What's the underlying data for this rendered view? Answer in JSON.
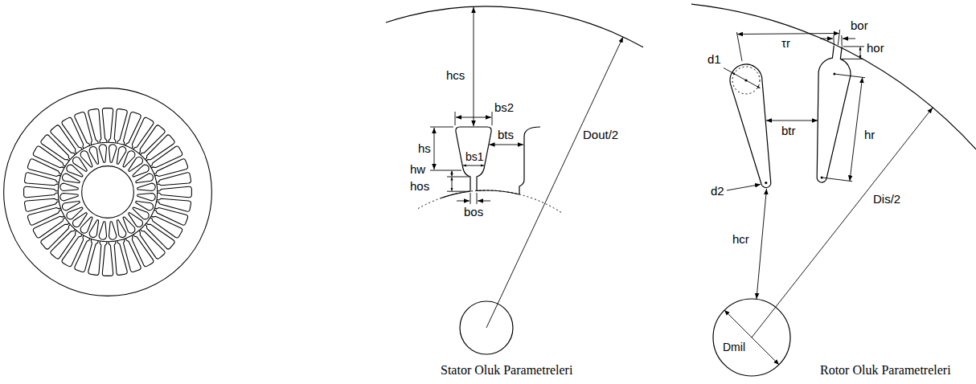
{
  "diagram": {
    "labels": [
      "hcs",
      "bs2",
      "hs",
      "bts",
      "Dout/2",
      "hw",
      "bs1",
      "hos",
      "bos",
      "Stator Oluk Parametreleri",
      "τr",
      "bor",
      "d1",
      "hor",
      "d2",
      "btr",
      "hr",
      "hcr",
      "Dis/2",
      "Dmil",
      "Rotor Oluk Parametreleri"
    ]
  }
}
